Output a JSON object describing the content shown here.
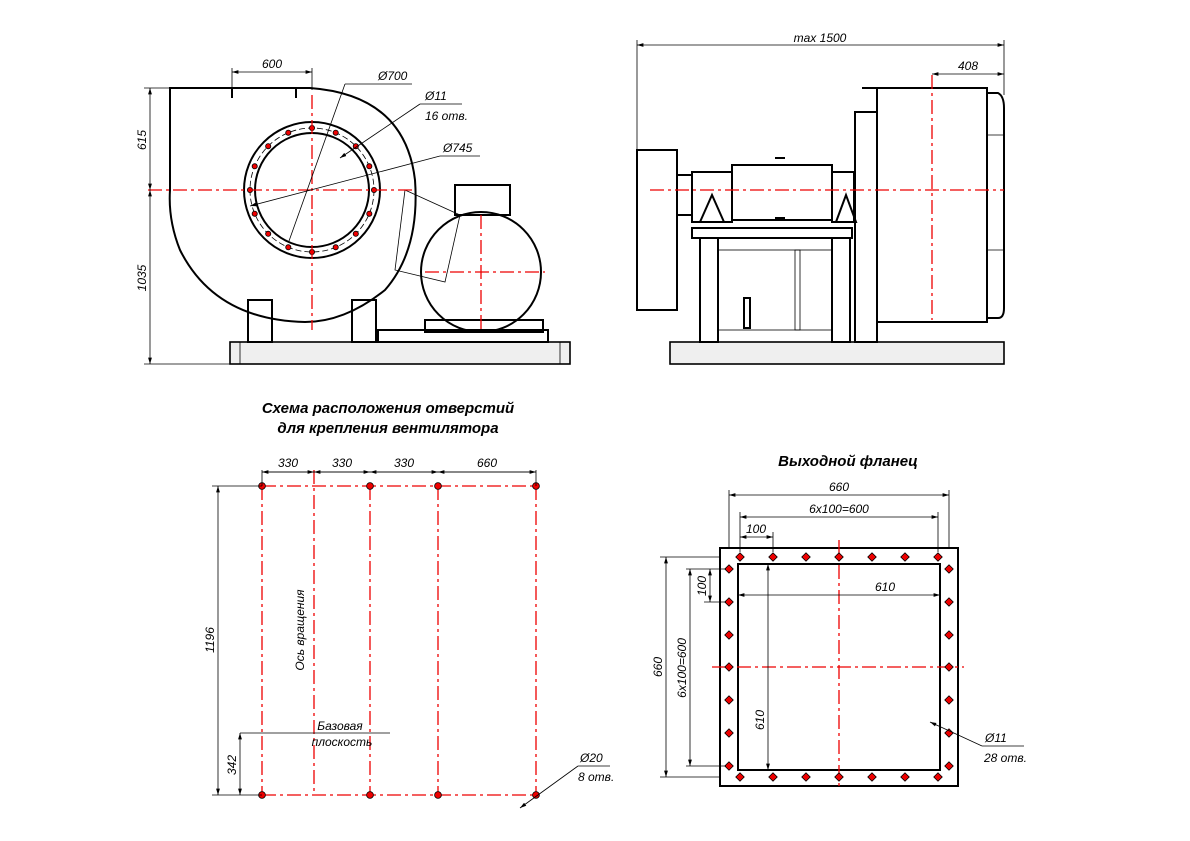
{
  "fan_front": {
    "dim_600": "600",
    "dim_615": "615",
    "dim_1035": "1035",
    "dim_d700": "Ø700",
    "dim_d11": "Ø11",
    "holes_16": "16 отв.",
    "dim_d745": "Ø745"
  },
  "fan_side": {
    "dim_max1500": "max 1500",
    "dim_408": "408"
  },
  "mounting": {
    "title_line1": "Схема расположения отверстий",
    "title_line2": "для крепления вентилятора",
    "dim_330a": "330",
    "dim_330b": "330",
    "dim_330c": "330",
    "dim_660": "660",
    "dim_1196": "1196",
    "dim_342": "342",
    "axis_label": "Ось вращения",
    "base_label_1": "Базовая",
    "base_label_2": "плоскость",
    "dim_d20": "Ø20",
    "holes_8": "8 отв."
  },
  "flange": {
    "title": "Выходной фланец",
    "dim_660_top": "660",
    "dim_6x100_top": "6x100=600",
    "dim_100_top": "100",
    "dim_100_left": "100",
    "dim_610_h": "610",
    "dim_660_left": "660",
    "dim_6x100_left": "6x100=600",
    "dim_610_v": "610",
    "dim_d11": "Ø11",
    "holes_28": "28 отв."
  },
  "colors": {
    "axis": "#e00000",
    "line": "#000000"
  }
}
